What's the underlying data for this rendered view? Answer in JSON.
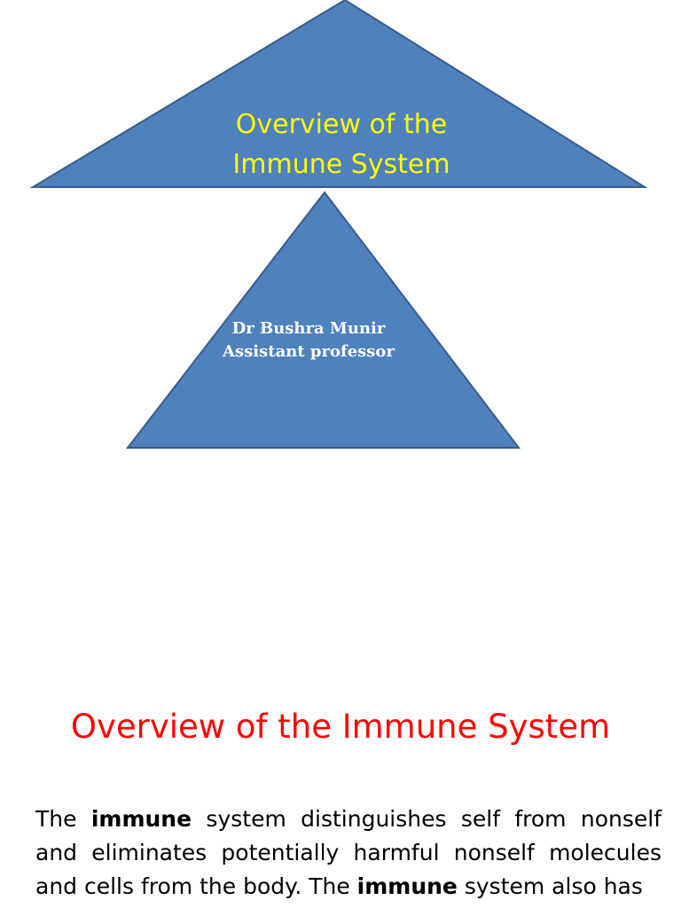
{
  "slide": {
    "title_line1": "Overview of the",
    "title_line2": "Immune System",
    "author_name": "Dr Bushra Munir",
    "author_role": "Assistant professor",
    "shape_fill": "#4f81bd",
    "shape_stroke": "#385d8a",
    "title_color": "#ffff00",
    "author_color": "#ffffff"
  },
  "section": {
    "heading": "Overview of the Immune System",
    "heading_color": "#ff0000"
  },
  "body": {
    "part1": "The ",
    "bold1": "immune",
    "part2": " system distinguishes self from nonself and eliminates potentially harmful nonself molecules and cells from the body. The ",
    "bold2": "immune",
    "part3": " system also has"
  }
}
